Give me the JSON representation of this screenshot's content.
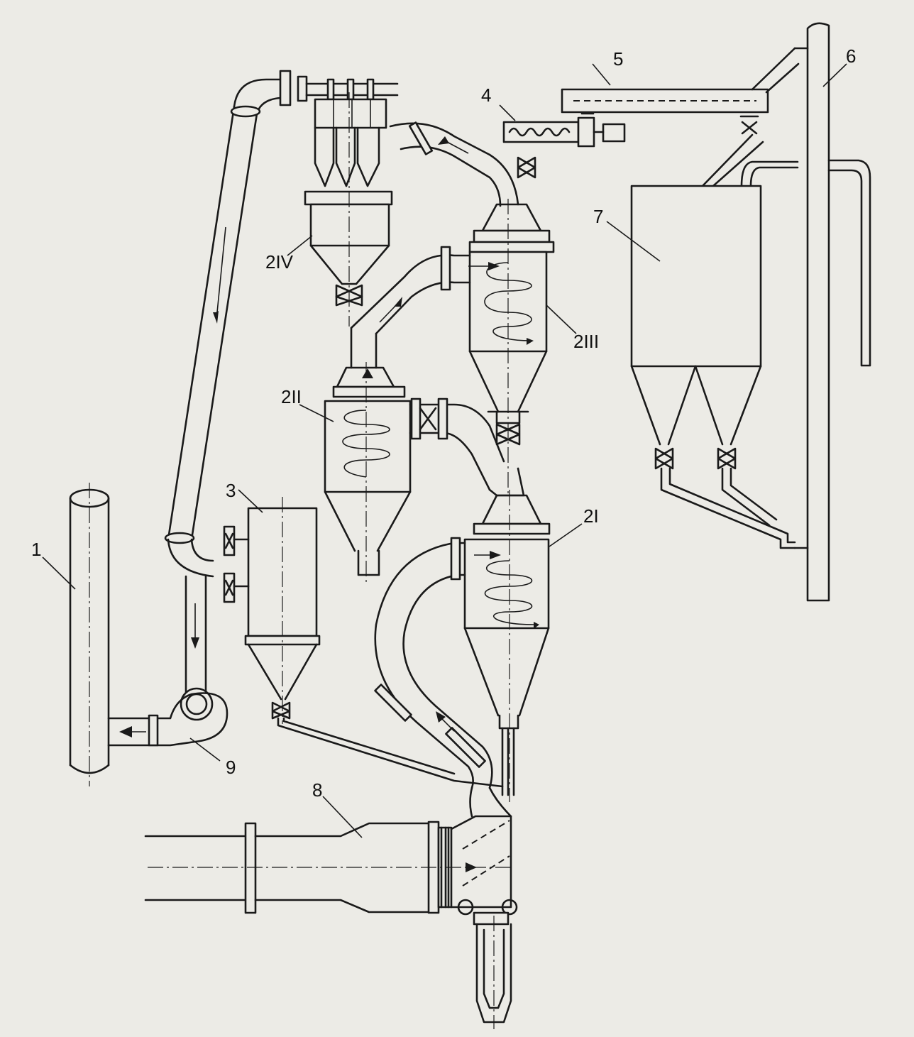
{
  "labels": {
    "l1": "1",
    "l2I": "2I",
    "l2II": "2II",
    "l2III": "2III",
    "l2IV": "2IV",
    "l3": "3",
    "l4": "4",
    "l5": "5",
    "l6": "6",
    "l7": "7",
    "l8": "8",
    "l9": "9"
  },
  "colors": {
    "paper": "#ecebe6",
    "ink": "#1a1a1a"
  }
}
